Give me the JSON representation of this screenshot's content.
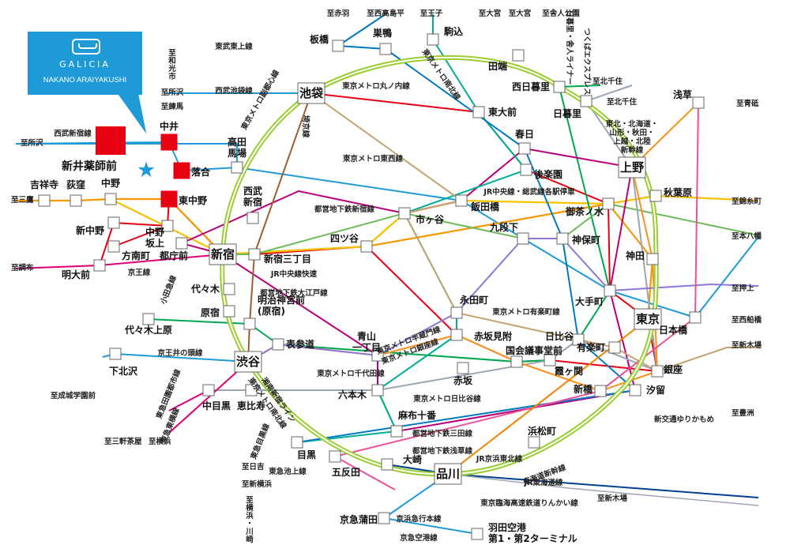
{
  "brand": {
    "name": "GALICIA",
    "sub": "NAKANO ARAIYAKUSHI"
  },
  "destination": {
    "label": "新井薬師前"
  },
  "colors": {
    "yamanote": "#9acd32",
    "chuo": "#f39800",
    "sobu": "#f5c200",
    "keihin": "#1e9bd7",
    "marunouchi": "#e60012",
    "tozai": "#1e9bd7",
    "chiyoda": "#00a650",
    "hibiya": "#9ba5b3",
    "ginza": "#f7931e",
    "hanzomon": "#8f76d6",
    "namboku": "#00ad98",
    "yurakucho": "#c1a470",
    "fukutoshin": "#9c5e31",
    "oedo": "#b6007a",
    "shinjuku_toei": "#6cbb5a",
    "mita": "#0079c2",
    "asakusa": "#e85298",
    "seibu": "#1e9bd7",
    "keio": "#dd0077",
    "tokyu": "#dd0077",
    "odakyu": "#1e9bd7",
    "rinkai": "#00418e",
    "tsukuba": "#c1a470",
    "tokaido": "#f08300"
  },
  "stations": [
    {
      "id": "ikebukuro",
      "label": "池袋"
    },
    {
      "id": "takadanobaba",
      "label": "高田\n馬場"
    },
    {
      "id": "shinjuku",
      "label": "新宿"
    },
    {
      "id": "shibuya",
      "label": "渋谷"
    },
    {
      "id": "shinagawa",
      "label": "品川"
    },
    {
      "id": "tokyo",
      "label": "東京"
    },
    {
      "id": "ueno",
      "label": "上野"
    },
    {
      "id": "akihabara",
      "label": "秋葉原"
    },
    {
      "id": "kanda",
      "label": "神田"
    },
    {
      "id": "ochanomizu",
      "label": "御茶ノ水"
    },
    {
      "id": "iidabashi",
      "label": "飯田橋"
    },
    {
      "id": "ichigaya",
      "label": "市ヶ谷"
    },
    {
      "id": "yotsuya",
      "label": "四ツ谷"
    },
    {
      "id": "kasuga",
      "label": "春日"
    },
    {
      "id": "korakuen",
      "label": "後楽園"
    },
    {
      "id": "jimbocho",
      "label": "神保町"
    },
    {
      "id": "kudanshita",
      "label": "九段下"
    },
    {
      "id": "otemachi",
      "label": "大手町"
    },
    {
      "id": "hibiya",
      "label": "日比谷"
    },
    {
      "id": "yurakucho",
      "label": "有楽町"
    },
    {
      "id": "ginza",
      "label": "銀座"
    },
    {
      "id": "shimbashi",
      "label": "新橋"
    },
    {
      "id": "shiodome",
      "label": "汐留"
    },
    {
      "id": "hamamatsucho",
      "label": "浜松町"
    },
    {
      "id": "kasumigaseki",
      "label": "霞ヶ関"
    },
    {
      "id": "kokkai",
      "label": "国会議事堂前"
    },
    {
      "id": "akasakamitsuke",
      "label": "赤坂見附"
    },
    {
      "id": "akasaka",
      "label": "赤坂"
    },
    {
      "id": "nagatacho",
      "label": "永田町"
    },
    {
      "id": "roppongi",
      "label": "六本木"
    },
    {
      "id": "azabujuban",
      "label": "麻布十番"
    },
    {
      "id": "aoyama",
      "label": "青山\n一丁目"
    },
    {
      "id": "omotesando",
      "label": "表参道"
    },
    {
      "id": "meiji",
      "label": "明治神宮前\n(原宿)"
    },
    {
      "id": "harajuku",
      "label": "原宿"
    },
    {
      "id": "yoyogi",
      "label": "代々木"
    },
    {
      "id": "yoyogiuehara",
      "label": "代々木上原"
    },
    {
      "id": "shimokitazawa",
      "label": "下北沢"
    },
    {
      "id": "meidaimae",
      "label": "明大前"
    },
    {
      "id": "tochomae",
      "label": "都庁前"
    },
    {
      "id": "seibushinjuku",
      "label": "西武\n新宿"
    },
    {
      "id": "shinjukusanchome",
      "label": "新宿三丁目"
    },
    {
      "id": "nakanosakaue",
      "label": "中野\n坂上"
    },
    {
      "id": "honancho",
      "label": "方南町"
    },
    {
      "id": "shinnakano",
      "label": "新中野"
    },
    {
      "id": "nakano",
      "label": "中野"
    },
    {
      "id": "ogikubo",
      "label": "荻窪"
    },
    {
      "id": "kichijoji",
      "label": "吉祥寺"
    },
    {
      "id": "higashinakano",
      "label": "東中野"
    },
    {
      "id": "ochiai",
      "label": "落合"
    },
    {
      "id": "nakai",
      "label": "中井"
    },
    {
      "id": "nakameguro",
      "label": "中目黒"
    },
    {
      "id": "ebisu",
      "label": "恵比寿"
    },
    {
      "id": "meguro",
      "label": "目黒"
    },
    {
      "id": "gotanda",
      "label": "五反田"
    },
    {
      "id": "osaki",
      "label": "大崎"
    },
    {
      "id": "keikyukamata",
      "label": "京急蒲田"
    },
    {
      "id": "haneda",
      "label": "羽田空港\n第1・第2ターミナル"
    },
    {
      "id": "azabu",
      "label": "麻布十番"
    },
    {
      "id": "nihombashi",
      "label": "日本橋"
    },
    {
      "id": "asakusa",
      "label": "浅草"
    },
    {
      "id": "nishinippori",
      "label": "西日暮里"
    },
    {
      "id": "nippori",
      "label": "日暮里"
    },
    {
      "id": "tabata",
      "label": "田端"
    },
    {
      "id": "komagome",
      "label": "駒込"
    },
    {
      "id": "sugamo",
      "label": "巣鴨"
    },
    {
      "id": "itabashi",
      "label": "板橋"
    },
    {
      "id": "todaimae",
      "label": "東大前"
    }
  ],
  "line_labels": [
    {
      "id": "tobutojo",
      "text": "東武東上線"
    },
    {
      "id": "seibuikebukuro",
      "text": "西武池袋線"
    },
    {
      "id": "seibushinjukuline",
      "text": "西武新宿線"
    },
    {
      "id": "marunouchi",
      "text": "東京メトロ丸ノ内線"
    },
    {
      "id": "tozai",
      "text": "東京メトロ東西線"
    },
    {
      "id": "shinjukuline",
      "text": "都営地下鉄新宿線"
    },
    {
      "id": "chuosobu",
      "text": "JR中央線・総武線各駅停車"
    },
    {
      "id": "chuorapid",
      "text": "JR中央線快速"
    },
    {
      "id": "oedo",
      "text": "都営地下鉄大江戸線"
    },
    {
      "id": "yurakucho",
      "text": "東京メトロ有楽町線"
    },
    {
      "id": "chiyoda",
      "text": "東京メトロ千代田線"
    },
    {
      "id": "hibiya",
      "text": "東京メトロ日比谷線"
    },
    {
      "id": "mita",
      "text": "都営地下鉄三田線"
    },
    {
      "id": "asakusaline",
      "text": "都営地下鉄浅草線"
    },
    {
      "id": "keihintohoku",
      "text": "JR京浜東北線"
    },
    {
      "id": "tokaido",
      "text": "JR東海道線"
    },
    {
      "id": "tokaidoshinkansen",
      "text": "東海道新幹線"
    },
    {
      "id": "rinkai",
      "text": "東京臨海高速鉄道りんかい線"
    },
    {
      "id": "keikyuline",
      "text": "京浜急行本線"
    },
    {
      "id": "keikyuairport",
      "text": "京急空港線"
    },
    {
      "id": "keioinokashira",
      "text": "京王井の頭線"
    },
    {
      "id": "keio",
      "text": "京王線"
    },
    {
      "id": "tokyuden",
      "text": "東急田園都市線"
    },
    {
      "id": "tokyutoyoko",
      "text": "東急東横線"
    },
    {
      "id": "tokyumeguro",
      "text": "東急目黒線"
    },
    {
      "id": "tokyuikegami",
      "text": "東急池上線"
    },
    {
      "id": "yurikamome",
      "text": "新交通ゆりかもめ"
    },
    {
      "id": "namboku",
      "text": "東京メトロ南北線"
    },
    {
      "id": "fukutoshin",
      "text": "東京メトロ副都心線"
    },
    {
      "id": "odakyu",
      "text": "小田急線"
    },
    {
      "id": "ginzahanzomon",
      "text": "東京メトロ半蔵門線"
    },
    {
      "id": "ginzaline",
      "text": "東京メトロ銀座線"
    },
    {
      "id": "saikyo",
      "text": "埼京線"
    },
    {
      "id": "shonan",
      "text": "湘南新宿ライン"
    },
    {
      "id": "namboku2",
      "text": "東京メトロ南北線"
    },
    {
      "id": "nippori",
      "text": "日暮里・舎人ライナー"
    },
    {
      "id": "tohoku",
      "text": "東北・北海道・\n山形・秋田・\n上越・北陸\n新幹線"
    },
    {
      "id": "tsukuba",
      "text": "つくばエクスプレス"
    }
  ],
  "terminals": [
    {
      "id": "akabane",
      "text": "至赤羽"
    },
    {
      "id": "nishitakashimadaira",
      "text": "至西高島平"
    },
    {
      "id": "oji",
      "text": "至王子"
    },
    {
      "id": "omiya1",
      "text": "至大宮"
    },
    {
      "id": "omiya2",
      "text": "至大宮"
    },
    {
      "id": "toneri",
      "text": "至舎人公園"
    },
    {
      "id": "wakoshi",
      "text": "至\n和\n光\n市"
    },
    {
      "id": "tokorozawa1",
      "text": "至所沢"
    },
    {
      "id": "nerima",
      "text": "至練馬"
    },
    {
      "id": "tokorozawa2",
      "text": "至所沢"
    },
    {
      "id": "mitaka",
      "text": "至三鷹"
    },
    {
      "id": "chofu",
      "text": "至調布"
    },
    {
      "id": "seijo",
      "text": "至成城学園前"
    },
    {
      "id": "sangenjaya",
      "text": "至三軒茶屋"
    },
    {
      "id": "yokohama",
      "text": "至横浜"
    },
    {
      "id": "hiyoshi",
      "text": "至日吉"
    },
    {
      "id": "shinyokohama",
      "text": "至新横浜"
    },
    {
      "id": "kawasaki",
      "text": "至\n横\n浜\n・\n川\n崎"
    },
    {
      "id": "kitasenju1",
      "text": "至北千住"
    },
    {
      "id": "kitasenju2",
      "text": "至北千住"
    },
    {
      "id": "aoto",
      "text": "至青砥"
    },
    {
      "id": "kinshicho",
      "text": "至錦糸町"
    },
    {
      "id": "motoyawata",
      "text": "至本八幡"
    },
    {
      "id": "oshiage",
      "text": "至押上"
    },
    {
      "id": "nishifunabashi",
      "text": "至西船橋"
    },
    {
      "id": "shinkiba1",
      "text": "至新木場"
    },
    {
      "id": "toyosu",
      "text": "至豊洲"
    },
    {
      "id": "shinkiba2",
      "text": "至新木場"
    }
  ]
}
